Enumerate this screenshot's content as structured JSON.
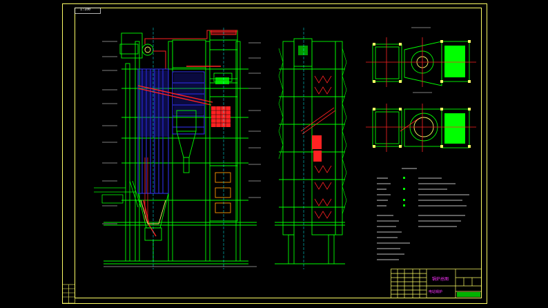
{
  "drawing": {
    "frame_tag": "1:100",
    "title_block": {
      "title": "锅炉总图",
      "subtitle": "电站锅炉"
    }
  },
  "colors": {
    "background": "#000000",
    "frame": "#ffff66",
    "structure": "#00ff00",
    "hot_pipe": "#ff2222",
    "water_wall": "#3333ff",
    "text": "#ffffff",
    "magenta": "#ff33ff",
    "cyan": "#00ffff"
  }
}
